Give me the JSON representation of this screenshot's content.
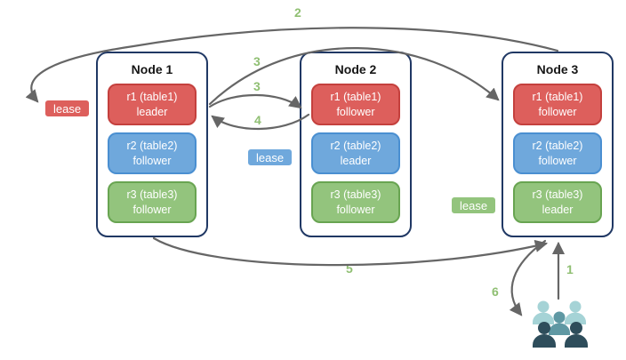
{
  "diagram": {
    "nodes": [
      {
        "title": "Node 1",
        "replicas": [
          {
            "name": "r1 (table1)",
            "role": "leader",
            "color": "red"
          },
          {
            "name": "r2 (table2)",
            "role": "follower",
            "color": "blue"
          },
          {
            "name": "r3 (table3)",
            "role": "follower",
            "color": "green"
          }
        ]
      },
      {
        "title": "Node 2",
        "replicas": [
          {
            "name": "r1 (table1)",
            "role": "follower",
            "color": "red"
          },
          {
            "name": "r2 (table2)",
            "role": "leader",
            "color": "blue"
          },
          {
            "name": "r3 (table3)",
            "role": "follower",
            "color": "green"
          }
        ]
      },
      {
        "title": "Node 3",
        "replicas": [
          {
            "name": "r1 (table1)",
            "role": "follower",
            "color": "red"
          },
          {
            "name": "r2 (table2)",
            "role": "follower",
            "color": "blue"
          },
          {
            "name": "r3 (table3)",
            "role": "leader",
            "color": "green"
          }
        ]
      }
    ],
    "leases": [
      {
        "label": "lease",
        "color": "red"
      },
      {
        "label": "lease",
        "color": "blue"
      },
      {
        "label": "lease",
        "color": "green"
      }
    ],
    "steps": {
      "s1": "1",
      "s2": "2",
      "s3a": "3",
      "s3b": "3",
      "s4": "4",
      "s5": "5",
      "s6": "6"
    },
    "icons": {
      "users": "users-group-icon"
    },
    "colors": {
      "red_fill": "#dd5f5c",
      "red_border": "#c4403d",
      "blue_fill": "#6fa8dc",
      "blue_border": "#4a8fd1",
      "green_fill": "#93c47d",
      "green_border": "#68a451",
      "node_border": "#203864",
      "arrow": "#666666",
      "step_label": "#8fbf72",
      "users_light": "#a5d3d6",
      "users_mid": "#5f98a3",
      "users_dark": "#2e4d5b"
    }
  }
}
